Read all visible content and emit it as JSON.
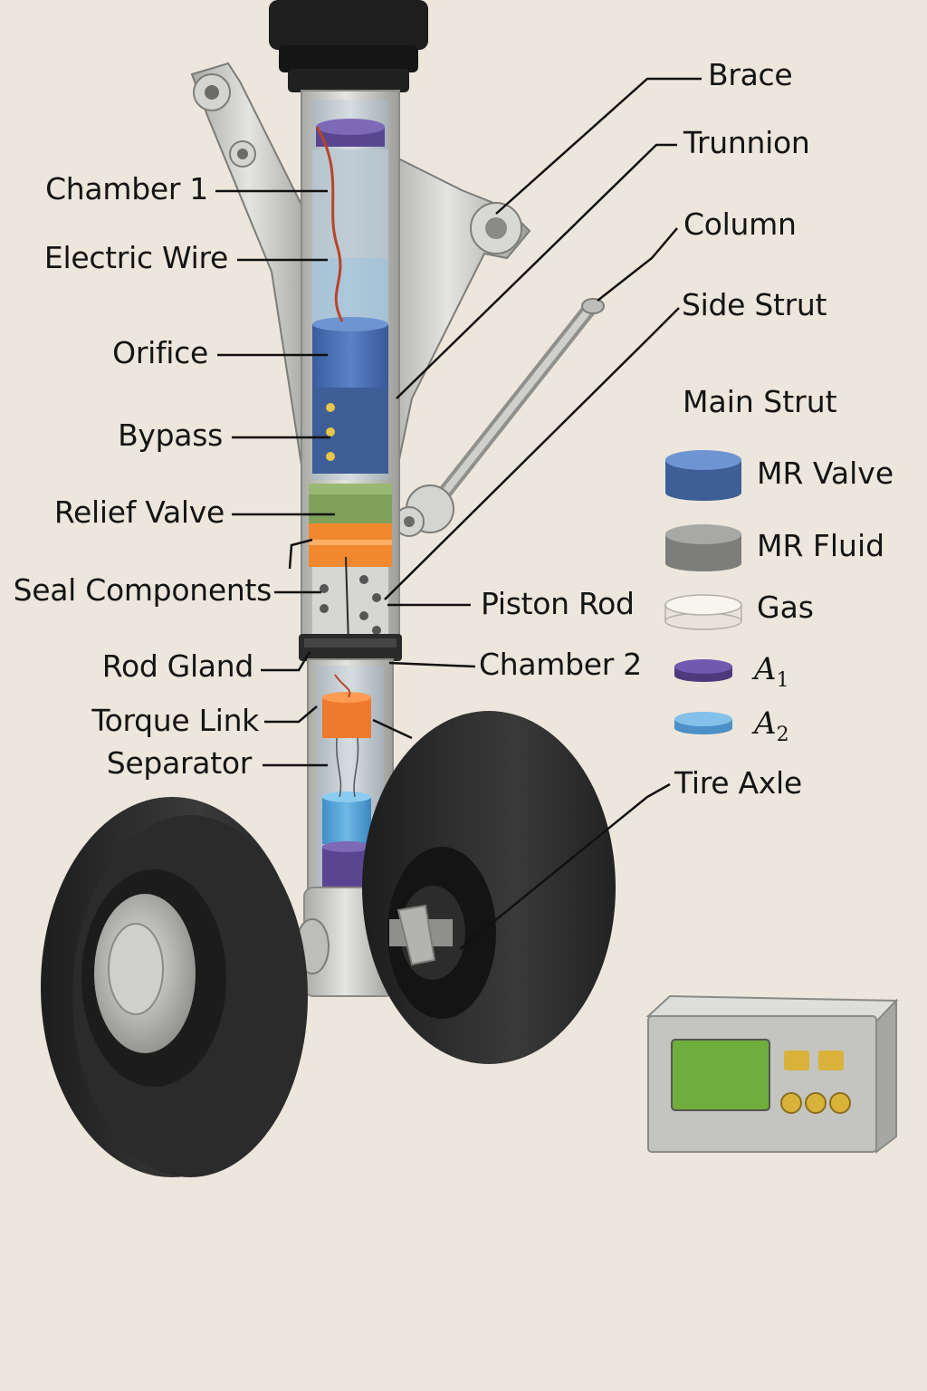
{
  "labels_left": {
    "chamber1": "Chamber 1",
    "electric_wire": "Electric Wire",
    "orifice": "Orifice",
    "bypass": "Bypass",
    "relief_valve": "Relief Valve",
    "seal_components": "Seal Components",
    "rod_gland": "Rod Gland",
    "torque_link": "Torque Link",
    "separator": "Separator"
  },
  "labels_right": {
    "brace": "Brace",
    "trunnion": "Trunnion",
    "column": "Column",
    "side_strut": "Side Strut",
    "piston_rod": "Piston Rod",
    "chamber2": "Chamber 2",
    "tire_axle": "Tire Axle"
  },
  "legend": {
    "title": "Main Strut",
    "items": [
      {
        "label": "MR Valve",
        "color": "#4a6fb5"
      },
      {
        "label": "MR Fluid",
        "color": "#8a8a88"
      },
      {
        "label": "Gas",
        "color": "#f2efe6"
      }
    ],
    "math_items": [
      {
        "symbol": "A",
        "subscript": "1",
        "color": "#5a4690"
      },
      {
        "symbol": "A",
        "subscript": "2",
        "color": "#5aa2dc"
      }
    ]
  },
  "colors": {
    "background": "#ece6dc",
    "mr_valve": "#4a6fb5",
    "mr_fluid": "#8a8a88",
    "relief_green": "#7fa05a",
    "seal_orange": "#f0882e",
    "separator_orange": "#ee7a30",
    "tire": "#262626",
    "metal": "#c9c9c5",
    "controller_screen": "#6fae3c",
    "controller_buttons": "#d9b23a"
  }
}
